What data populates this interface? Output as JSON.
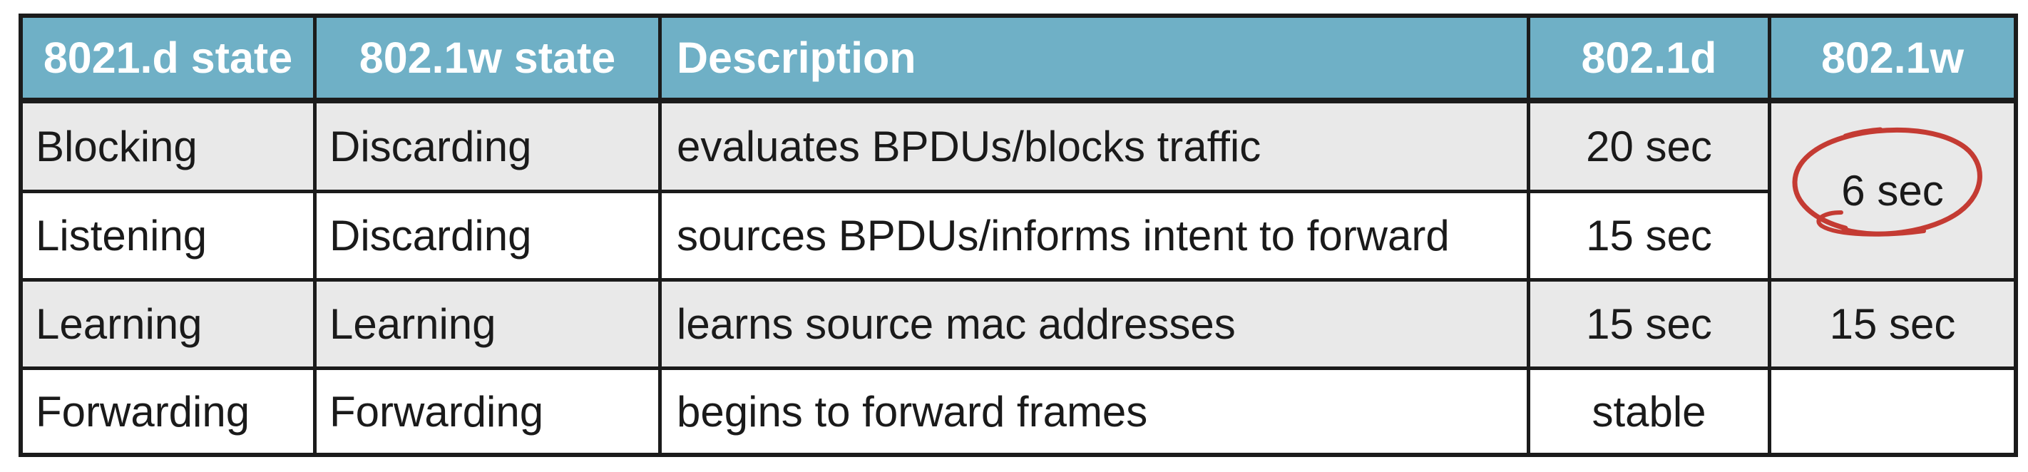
{
  "table": {
    "headers": {
      "col1": "8021.d state",
      "col2": "802.1w state",
      "col3": "Description",
      "col4": "802.1d",
      "col5": "802.1w"
    },
    "rows": [
      {
        "d_state": "Blocking",
        "w_state": "Discarding",
        "description": "evaluates BPDUs/blocks traffic",
        "d_time": "20 sec"
      },
      {
        "d_state": "Listening",
        "w_state": "Discarding",
        "description": "sources BPDUs/informs intent to forward",
        "d_time": "15 sec"
      },
      {
        "d_state": "Learning",
        "w_state": "Learning",
        "description": "learns source mac addresses",
        "d_time": "15 sec",
        "w_time": "15 sec"
      },
      {
        "d_state": "Forwarding",
        "w_state": "Forwarding",
        "description": "begins to forward frames",
        "d_time": "stable",
        "w_time": ""
      }
    ],
    "merged_cell": {
      "w_time_rows_1_2": "6 sec",
      "annotation": "hand-drawn red circle around value"
    }
  },
  "colors": {
    "header_background": "#6fb0c6",
    "header_text": "#ffffff",
    "row_stripe_gray": "#e9e9e9",
    "row_stripe_white": "#ffffff",
    "grid_border": "#1b1b1b",
    "annotation_red": "#c43b33",
    "body_text": "#1a1a1a"
  }
}
